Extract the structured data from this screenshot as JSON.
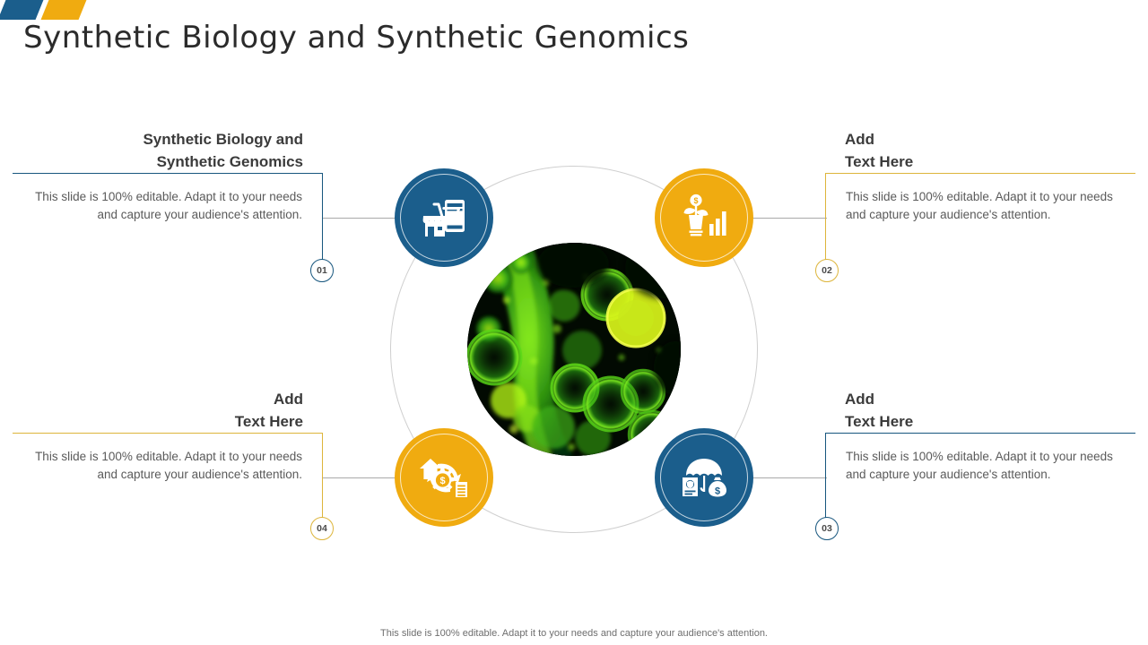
{
  "brand": {
    "logo_shapes": [
      "parallelogram-blue",
      "parallelogram-gold"
    ],
    "colors": {
      "blue": "#1B5E8C",
      "gold": "#F0AB10",
      "navy_line": "#17567E",
      "gold_line": "#DDB53B"
    }
  },
  "header": {
    "title": "Synthetic Biology and Synthetic Genomics"
  },
  "center": {
    "image_name": "fluorescence-microscopy-green-cells",
    "ring_name": "orbit-ring"
  },
  "nodes": [
    {
      "id": "01",
      "icon": "ecommerce-store-mobile-cart-icon",
      "color": "blue"
    },
    {
      "id": "02",
      "icon": "money-plant-growth-chart-icon",
      "color": "gold"
    },
    {
      "id": "03",
      "icon": "insurance-umbrella-policy-icon",
      "color": "blue"
    },
    {
      "id": "04",
      "icon": "home-refinance-gear-icon",
      "color": "gold"
    }
  ],
  "blocks": [
    {
      "number": "01",
      "heading": "Synthetic Biology and\nSynthetic Genomics",
      "body": "This slide is 100% editable. Adapt it to your needs and capture your audience's attention.",
      "accent": "#17567E",
      "side": "left"
    },
    {
      "number": "02",
      "heading": "Add\nText Here",
      "body": "This slide is 100% editable. Adapt it to your needs and capture your audience's attention.",
      "accent": "#DDB53B",
      "side": "right"
    },
    {
      "number": "03",
      "heading": "Add\nText Here",
      "body": "This slide is 100% editable. Adapt it to your needs and capture your audience's attention.",
      "accent": "#17567E",
      "side": "right"
    },
    {
      "number": "04",
      "heading": "Add\nText Here",
      "body": "This slide is 100% editable. Adapt it to your needs and capture your audience's attention.",
      "accent": "#DDB53B",
      "side": "left"
    }
  ],
  "footer": {
    "note": "This slide is 100% editable. Adapt it to your needs and capture your audience's attention."
  }
}
